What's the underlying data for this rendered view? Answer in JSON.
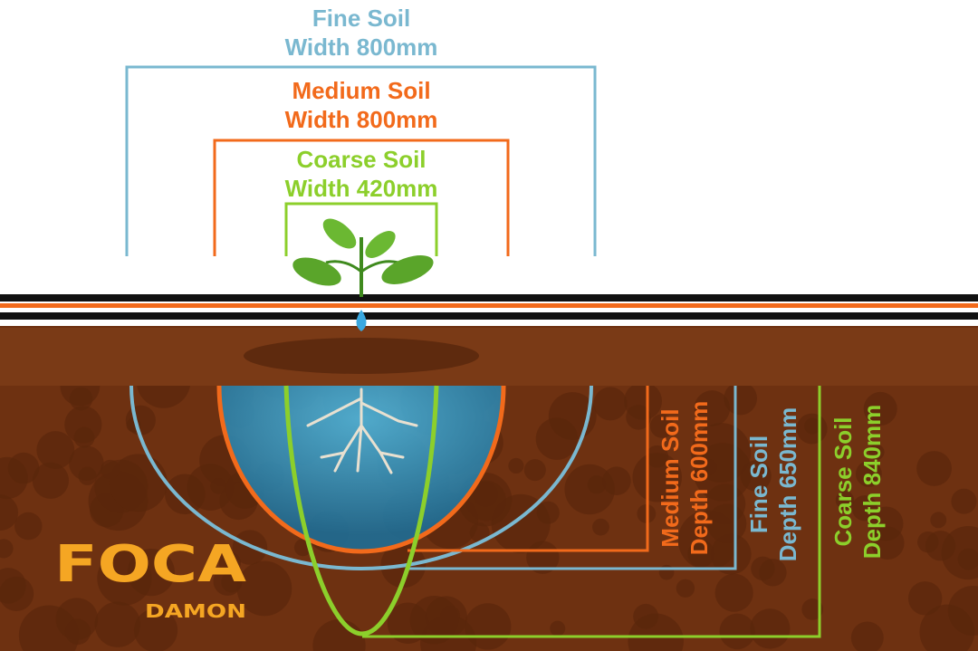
{
  "colors": {
    "fine": "#7ab8d0",
    "medium": "#f26a1b",
    "coarse": "#8ccf2b",
    "soil_top": "#7a3a16",
    "soil": "#6e3111",
    "spot": "#5a260c",
    "logo": "#f5a623"
  },
  "width_labels": {
    "fine": {
      "title": "Fine Soil",
      "value": "Width 800mm"
    },
    "medium": {
      "title": "Medium Soil",
      "value": "Width 800mm"
    },
    "coarse": {
      "title": "Coarse Soil",
      "value": "Width 420mm"
    }
  },
  "depth_labels": {
    "medium": {
      "title": "Medium Soil",
      "value": "Depth 600mm"
    },
    "fine": {
      "title": "Fine Soil",
      "value": "Depth 650mm"
    },
    "coarse": {
      "title": "Coarse Soil",
      "value": "Depth 840mm"
    }
  },
  "logo": {
    "brand": "FOCA",
    "sub": "DAMON"
  }
}
